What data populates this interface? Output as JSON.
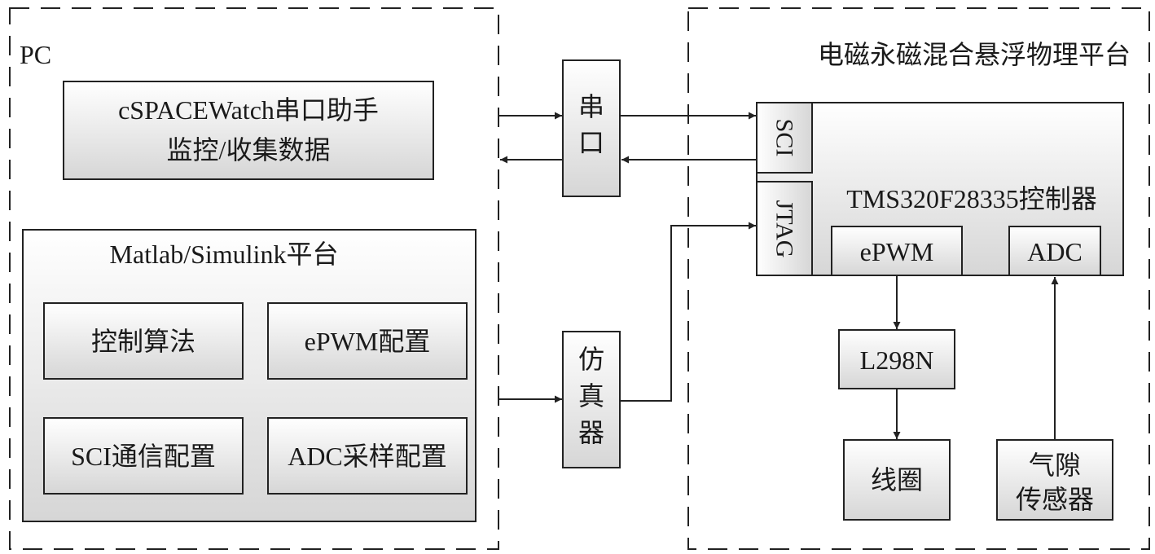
{
  "pc": {
    "title": "PC",
    "cspace_line1": "cSPACEWatch串口助手",
    "cspace_line2": "监控/收集数据",
    "matlab": {
      "title": "Matlab/Simulink平台",
      "blocks": [
        "控制算法",
        "ePWM配置",
        "SCI通信配置",
        "ADC采样配置"
      ]
    }
  },
  "links": {
    "serial": [
      "串",
      "口"
    ],
    "emulator": [
      "仿",
      "真",
      "器"
    ]
  },
  "platform": {
    "title": "电磁永磁混合悬浮物理平台",
    "controller": {
      "title": "TMS320F28335控制器",
      "sci": "SCI",
      "jtag": "JTAG",
      "epwm": "ePWM",
      "adc": "ADC"
    },
    "driver": "L298N",
    "coil": "线圈",
    "sensor": [
      "气隙",
      "传感器"
    ]
  }
}
